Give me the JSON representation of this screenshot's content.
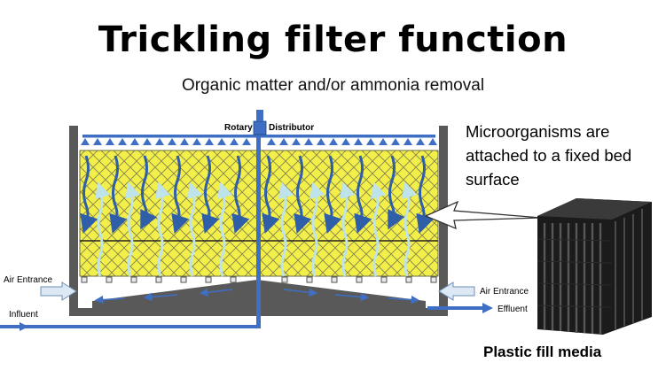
{
  "title": "Trickling filter function",
  "subtitle": "Organic matter and/or ammonia removal",
  "labels": {
    "rotary": "Rotary",
    "distributor": "Distributor",
    "air_left": "Air Entrance",
    "air_right": "Air Entrance",
    "influent": "Influent",
    "effluent": "Effluent"
  },
  "callout": {
    "lines": [
      "Microorganisms are",
      "attached to a fixed bed",
      "surface"
    ]
  },
  "media_caption": "Plastic fill media",
  "colors": {
    "media": "#f2ee4a",
    "mesh": "#8a8a5a",
    "pipe": "#3e6fc4",
    "water_down": "#2f5fa8",
    "air_up": "#bfe3ea",
    "wall": "#595959",
    "air_arrow": "#dce9f5"
  }
}
